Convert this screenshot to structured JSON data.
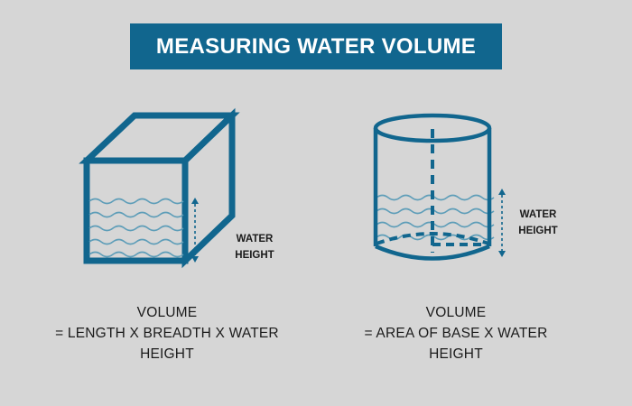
{
  "title": "MEASURING WATER VOLUME",
  "colors": {
    "accent": "#11668e",
    "water_line": "#5d9db8",
    "background": "#d6d6d6",
    "text": "#1b1b1b"
  },
  "cuboid": {
    "height_label_line1": "WATER",
    "height_label_line2": "HEIGHT",
    "formula_line1": "VOLUME",
    "formula_line2": "= LENGTH X BREADTH X WATER",
    "formula_line3": "HEIGHT"
  },
  "cylinder": {
    "height_label_line1": "WATER",
    "height_label_line2": "HEIGHT",
    "formula_line1": "VOLUME",
    "formula_line2": "= AREA OF BASE X WATER",
    "formula_line3": "HEIGHT"
  }
}
